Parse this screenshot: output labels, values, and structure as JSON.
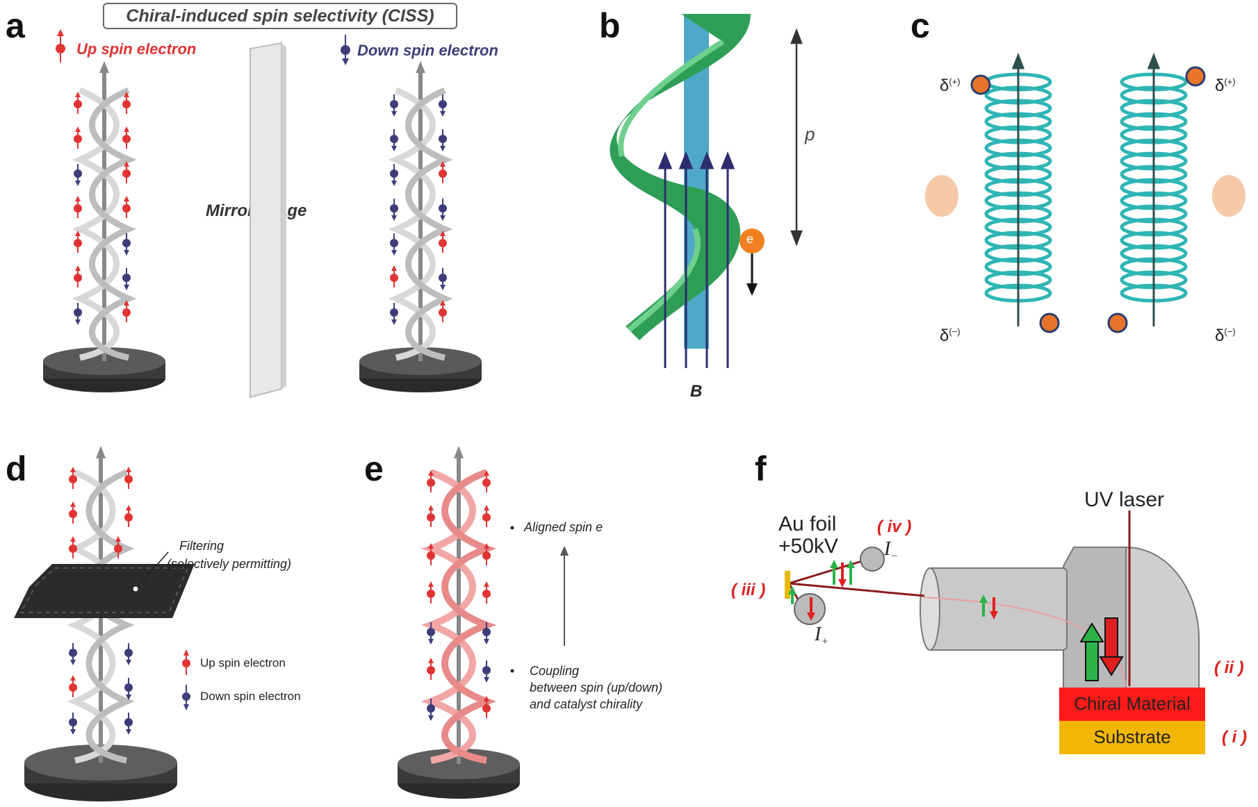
{
  "panel_a": {
    "label": "a",
    "title": "Chiral-induced spin selectivity (CISS)",
    "up_spin": "Up spin electron",
    "down_spin": "Down spin electron",
    "mirror": "Mirror image"
  },
  "panel_b": {
    "label": "b",
    "pitch": "p",
    "field": "B",
    "electron": "e"
  },
  "panel_c": {
    "label": "c",
    "delta_plus_left": "δ",
    "delta_plus_right": "δ",
    "delta_minus_left": "δ",
    "delta_minus_right": "δ",
    "plus_sup": "(+)",
    "minus_sup": "(−)"
  },
  "panel_d": {
    "label": "d",
    "filtering": "Filtering",
    "filtering_sub": "(selectively permitting)",
    "legend_up": "Up spin electron",
    "legend_down": "Down spin electron"
  },
  "panel_e": {
    "label": "e",
    "aligned": "Aligned spin e",
    "coupling_1": "Coupling",
    "coupling_2": "between spin (up/down)",
    "coupling_3": "and catalyst chirality"
  },
  "panel_f": {
    "label": "f",
    "uv_laser": "UV laser",
    "au_foil": "Au foil",
    "voltage": "+50kV",
    "i_minus": "I",
    "i_minus_sub": "−",
    "i_plus": "I",
    "i_plus_sub": "+",
    "roman_i": "( i )",
    "roman_ii": "( ii )",
    "roman_iii": "( iii )",
    "roman_iv": "( iv )",
    "chiral_material": "Chiral Material",
    "substrate": "Substrate"
  },
  "colors": {
    "up": "#e03434",
    "down": "#3d3d7a",
    "teal": "#2fb5b5",
    "green": "#2a9d4a",
    "chiral_red": "#ff1a1a",
    "substrate_yellow": "#f2b705"
  }
}
